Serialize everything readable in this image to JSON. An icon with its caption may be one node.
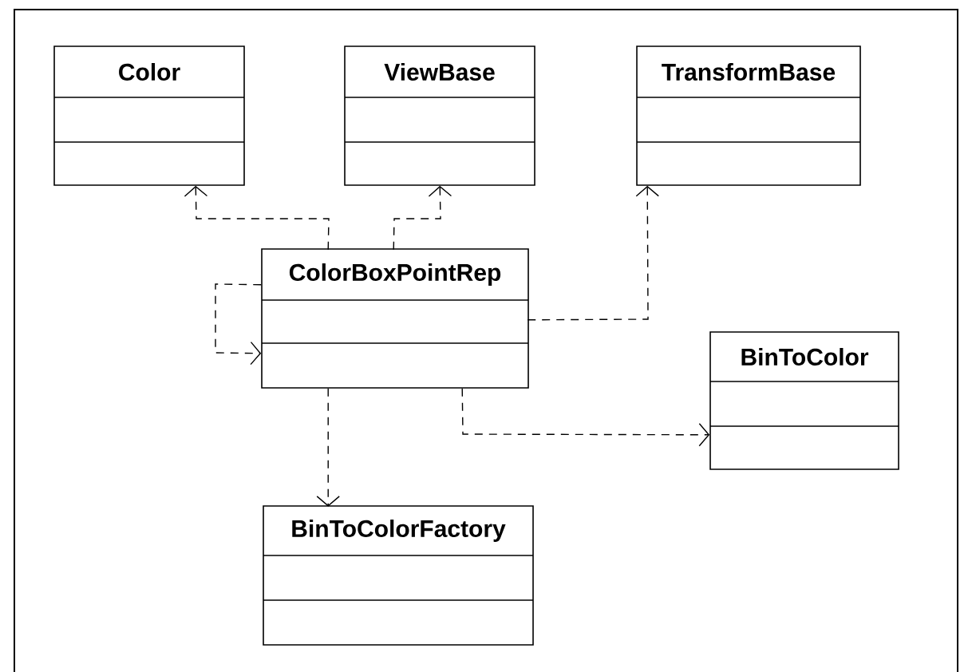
{
  "diagram": {
    "nodes": [
      {
        "text": [
          "Color"
        ]
      },
      {
        "text": [
          "ViewBase"
        ]
      },
      {
        "text": [
          "TransformBase"
        ]
      },
      {
        "text": [
          "ColorBoxPointRep"
        ]
      },
      {
        "text": [
          "BinToColor"
        ]
      },
      {
        "text": [
          "BinToColorFactory"
        ]
      }
    ],
    "edges": [
      {
        "from": 3,
        "to": 0,
        "arrow": "to",
        "style": "dashed"
      },
      {
        "from": 3,
        "to": 1,
        "arrow": "to",
        "style": "dashed"
      },
      {
        "from": 3,
        "to": 2,
        "arrow": "to",
        "style": "dashed"
      },
      {
        "from": 3,
        "to": 3,
        "arrow": "to",
        "style": "dashed"
      },
      {
        "from": 3,
        "to": 4,
        "arrow": "to",
        "style": "dashed"
      },
      {
        "from": 3,
        "to": 5,
        "arrow": "to",
        "style": "dashed"
      }
    ]
  }
}
